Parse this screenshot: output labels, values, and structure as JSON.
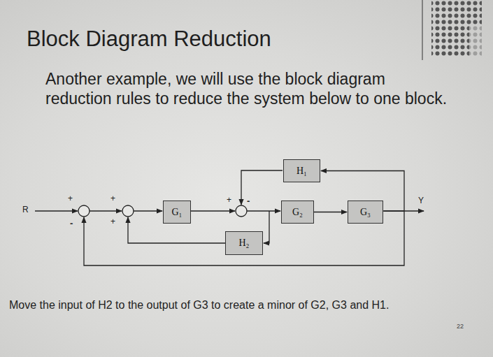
{
  "diagram": {
    "title": "Block Diagram Reduction",
    "caption": "Move the input of H2 to the output of G3 to create a minor of G2, G3 and H1.",
    "nodes": [
      {
        "text": [
          "H₁"
        ]
      },
      {
        "text": [
          "G₁"
        ]
      },
      {
        "text": [
          "G₂"
        ]
      },
      {
        "text": [
          "G₃"
        ]
      },
      {
        "text": [
          "H₂"
        ]
      }
    ],
    "edges": [
      {
        "from": 2,
        "to": 3,
        "arrow": "to"
      },
      {
        "from": 3,
        "to": 0,
        "arrow": "to"
      }
    ],
    "labels": [
      "Another example, we will use the block diagram reduction rules to reduce the system below to one block.",
      "R",
      "Y",
      "+",
      "-",
      "+",
      "+",
      "+",
      "-",
      "22"
    ]
  }
}
